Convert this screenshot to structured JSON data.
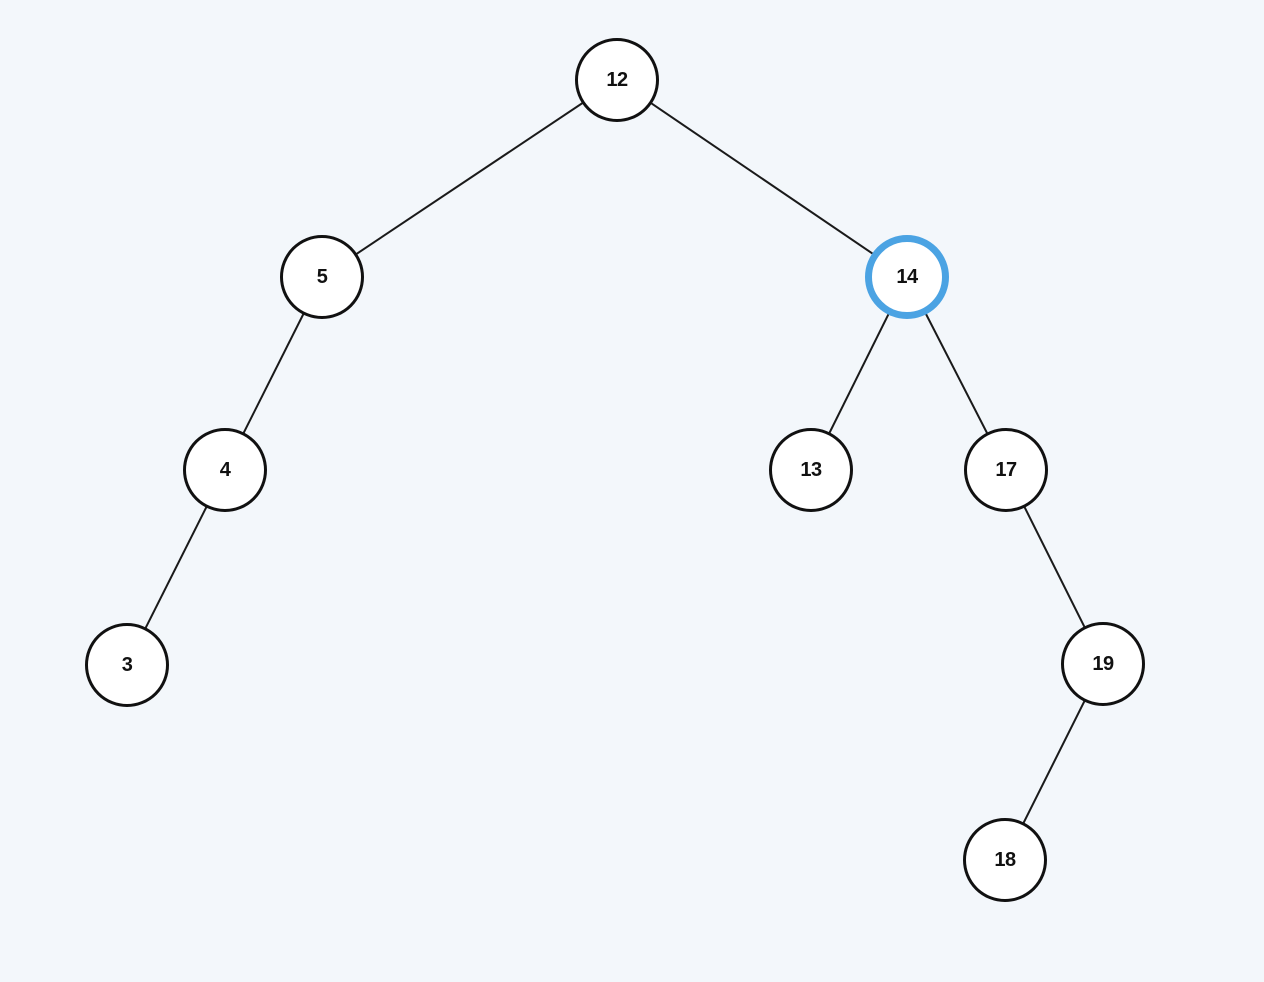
{
  "canvas": {
    "background_color": "#f3f7fb",
    "node_fill_color": "#ffffff",
    "node_border_color": "#111111",
    "edge_color": "#1a1a1a",
    "highlight_color": "#4ba3e3"
  },
  "tree": {
    "type": "binary-tree",
    "highlighted_node": "14",
    "nodes": [
      {
        "value": "12",
        "highlighted": false
      },
      {
        "value": "5",
        "highlighted": false
      },
      {
        "value": "14",
        "highlighted": true
      },
      {
        "value": "4",
        "highlighted": false
      },
      {
        "value": "13",
        "highlighted": false
      },
      {
        "value": "17",
        "highlighted": false
      },
      {
        "value": "3",
        "highlighted": false
      },
      {
        "value": "19",
        "highlighted": false
      },
      {
        "value": "18",
        "highlighted": false
      }
    ],
    "edges": [
      {
        "from": "12",
        "to": "5"
      },
      {
        "from": "12",
        "to": "14"
      },
      {
        "from": "5",
        "to": "4"
      },
      {
        "from": "4",
        "to": "3"
      },
      {
        "from": "14",
        "to": "13"
      },
      {
        "from": "14",
        "to": "17"
      },
      {
        "from": "17",
        "to": "19"
      },
      {
        "from": "19",
        "to": "18"
      }
    ]
  }
}
